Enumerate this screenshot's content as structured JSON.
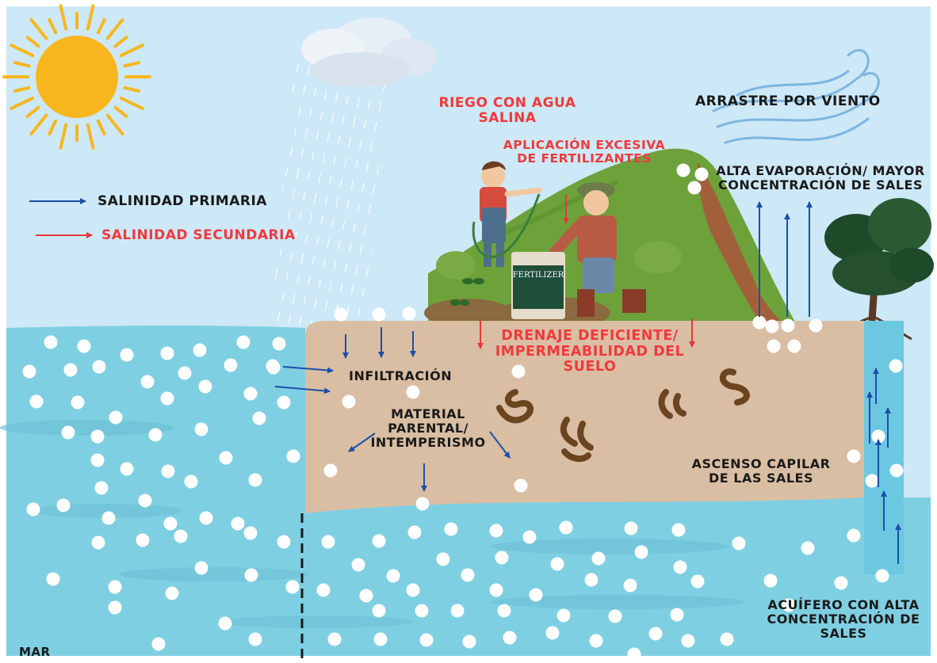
{
  "labels": {
    "riego": "RIEGO CON AGUA\nSALINA",
    "aplicacion": "APLICACIÓN EXCESIVA\nDE FERTILIZANTES",
    "arrastre": "ARRASTRE POR VIENTO",
    "evaporacion": "ALTA EVAPORACIÓN/ MAYOR\nCONCENTRACIÓN DE SALES",
    "infiltracion": "INFILTRACIÓN",
    "drenaje": "DRENAJE DEFICIENTE/\nIMPERMEABILIDAD DEL\nSUELO",
    "material": "MATERIAL\nPARENTAL/\nINTEMPERISMO",
    "ascenso": "ASCENSO CAPILAR\nDE LAS SALES",
    "acuifero": "ACUÍFERO CON ALTA\nCONCENTRACIÓN DE\nSALES",
    "mar": "MAR",
    "fertilizer_bag": "FERTILIZER"
  },
  "legend": {
    "primaria": "SALINIDAD PRIMARIA",
    "secundaria": "SALINIDAD SECUNDARIA"
  },
  "colors": {
    "sky": "#cde8f6",
    "sea": "#7fcfe2",
    "soil": "#d9bea4",
    "sun": "#f8b61e",
    "hill": "#6da23b",
    "blue_arrow": "#1c4fa8",
    "red_arrow": "#e8383a",
    "salt": "#ffffff",
    "text_dark": "#1a1a1a",
    "text_red": "#f0393c"
  },
  "icons": [
    "sun-icon",
    "rain-cloud-icon",
    "wind-icon",
    "tree-icon",
    "worm-icon",
    "farmer-child-icon",
    "farmer-adult-icon",
    "fertilizer-bag-icon",
    "sprout-icon"
  ]
}
